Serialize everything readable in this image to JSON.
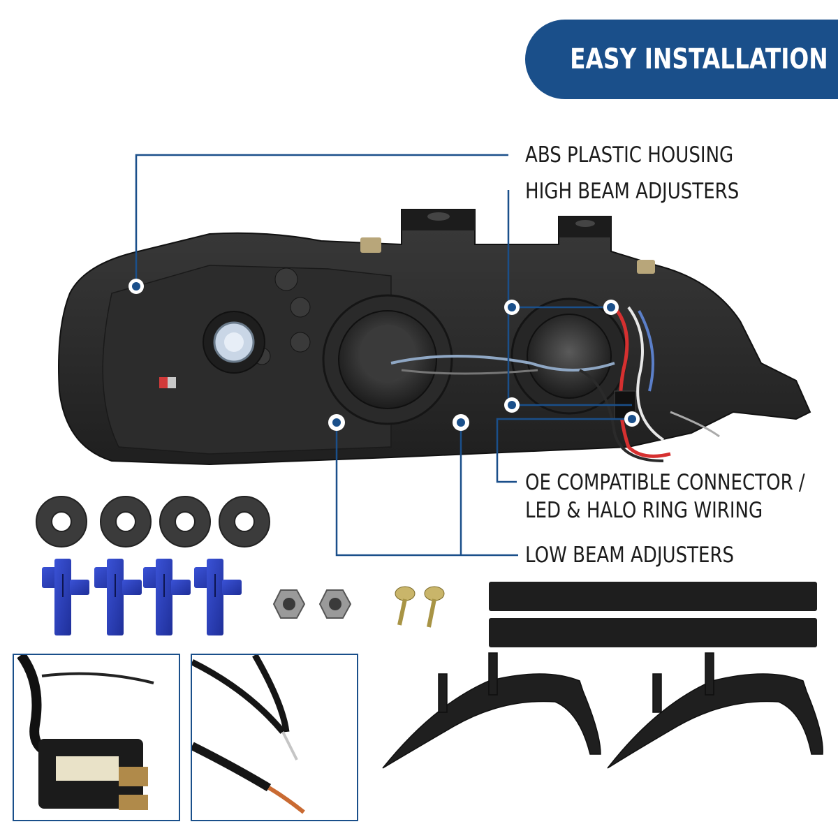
{
  "banner": {
    "title": "EASY INSTALLATION"
  },
  "callouts": {
    "housing": "ABS PLASTIC HOUSING",
    "high_beam": "HIGH BEAM ADJUSTERS",
    "connector_line1": "OE COMPATIBLE CONNECTOR /",
    "connector_line2": "LED & HALO RING WIRING",
    "low_beam": "LOW BEAM ADJUSTERS"
  },
  "colors": {
    "brand_blue": "#1a4f8a",
    "callout_line": "#1a4f8a",
    "housing": "#2b2b2b",
    "tap_connector": "#2b3fb8"
  },
  "parts": {
    "rubber_washers": 4,
    "tap_connectors": 4,
    "hex_nuts": 2,
    "screws": 2,
    "foam_strips": 2,
    "brackets": 2
  }
}
